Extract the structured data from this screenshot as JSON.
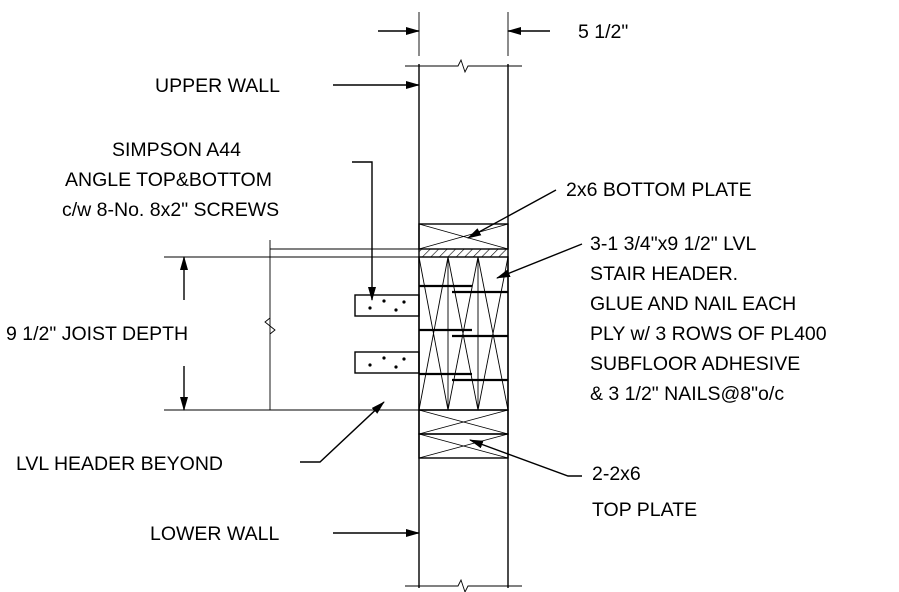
{
  "dimension_top": "5 1/2\"",
  "labels": {
    "upper_wall": "UPPER WALL",
    "simpson": [
      "SIMPSON A44",
      "ANGLE TOP&BOTTOM",
      "c/w 8-No. 8x2\" SCREWS"
    ],
    "bottom_plate": "2x6 BOTTOM PLATE",
    "lvl_header": [
      "3-1 3/4\"x9 1/2\" LVL",
      "STAIR HEADER.",
      "GLUE AND NAIL EACH",
      "PLY w/ 3 ROWS OF PL400",
      "SUBFLOOR ADHESIVE",
      "& 3 1/2\" NAILS@8\"o/c"
    ],
    "joist_depth": "9 1/2\" JOIST DEPTH",
    "lvl_beyond": "LVL HEADER BEYOND",
    "top_plate": [
      "2-2x6",
      "TOP PLATE"
    ],
    "lower_wall": "LOWER WALL"
  }
}
